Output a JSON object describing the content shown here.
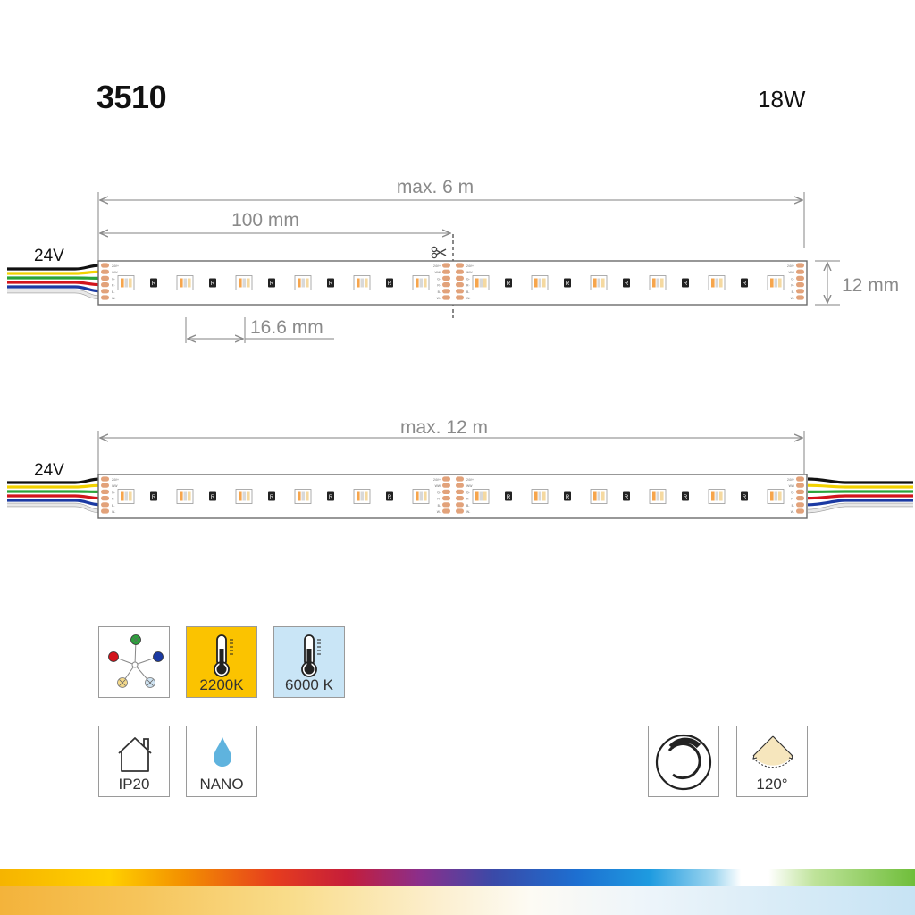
{
  "header": {
    "model": "3510",
    "power": "18W"
  },
  "strip_single": {
    "voltage": "24V",
    "max_length": "max. 6 m",
    "cut_length": "100 mm",
    "led_pitch": "16.6 mm",
    "width": "12 mm"
  },
  "strip_double": {
    "voltage": "24V",
    "max_length": "max. 12 m"
  },
  "pad_labels": [
    "24V+",
    "WW",
    "G-",
    "R-",
    "B-",
    "W-"
  ],
  "resistor_label": "R",
  "wire_colors": [
    "#111111",
    "#f2d200",
    "#2aa33a",
    "#d2141c",
    "#1b3aa3",
    "#e8e8e8"
  ],
  "icons": {
    "rgbw": {
      "colors": [
        "#2aa33a",
        "#d2141c",
        "#1b3aa3",
        "#f4d98a",
        "#cfe3f2"
      ]
    },
    "ct_2200": {
      "label": "2200K",
      "color": "#fbc300"
    },
    "ct_6000": {
      "label": "6000 K",
      "color": "#c9e5f6"
    },
    "ip": {
      "label": "IP20"
    },
    "nano": {
      "label": "NANO"
    },
    "beam": {
      "label": "120°"
    }
  }
}
